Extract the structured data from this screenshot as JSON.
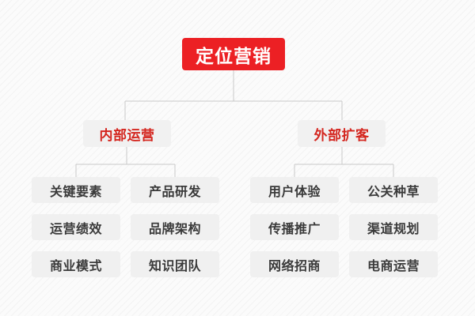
{
  "diagram": {
    "type": "org-tree",
    "title": "定位营销",
    "line_color": "#c8c8c8",
    "root": {
      "label": "定位营销",
      "fill": "#ec2024",
      "text_color": "#ffffff"
    },
    "branches": [
      {
        "label": "内部运营",
        "fill": "#f1f1f1",
        "text_color": "#d4261f",
        "columns": [
          {
            "items": [
              "关键要素",
              "运营绩效",
              "商业模式"
            ]
          },
          {
            "items": [
              "产品研发",
              "品牌架构",
              "知识团队"
            ]
          }
        ]
      },
      {
        "label": "外部扩客",
        "fill": "#f1f1f1",
        "text_color": "#d4261f",
        "columns": [
          {
            "items": [
              "用户体验",
              "传播推广",
              "网络招商"
            ]
          },
          {
            "items": [
              "公关种草",
              "渠道规划",
              "电商运营"
            ]
          }
        ]
      }
    ],
    "leaf_style": {
      "fill": "#f0f0f0",
      "text_color": "#3a3a3a"
    }
  }
}
